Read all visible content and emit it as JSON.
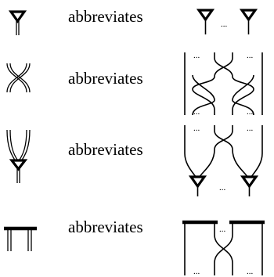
{
  "rows": [
    {
      "label": "abbreviates"
    },
    {
      "label": "abbreviates"
    },
    {
      "label": "abbreviates"
    },
    {
      "label": "abbreviates"
    }
  ],
  "ellipsis": "..."
}
